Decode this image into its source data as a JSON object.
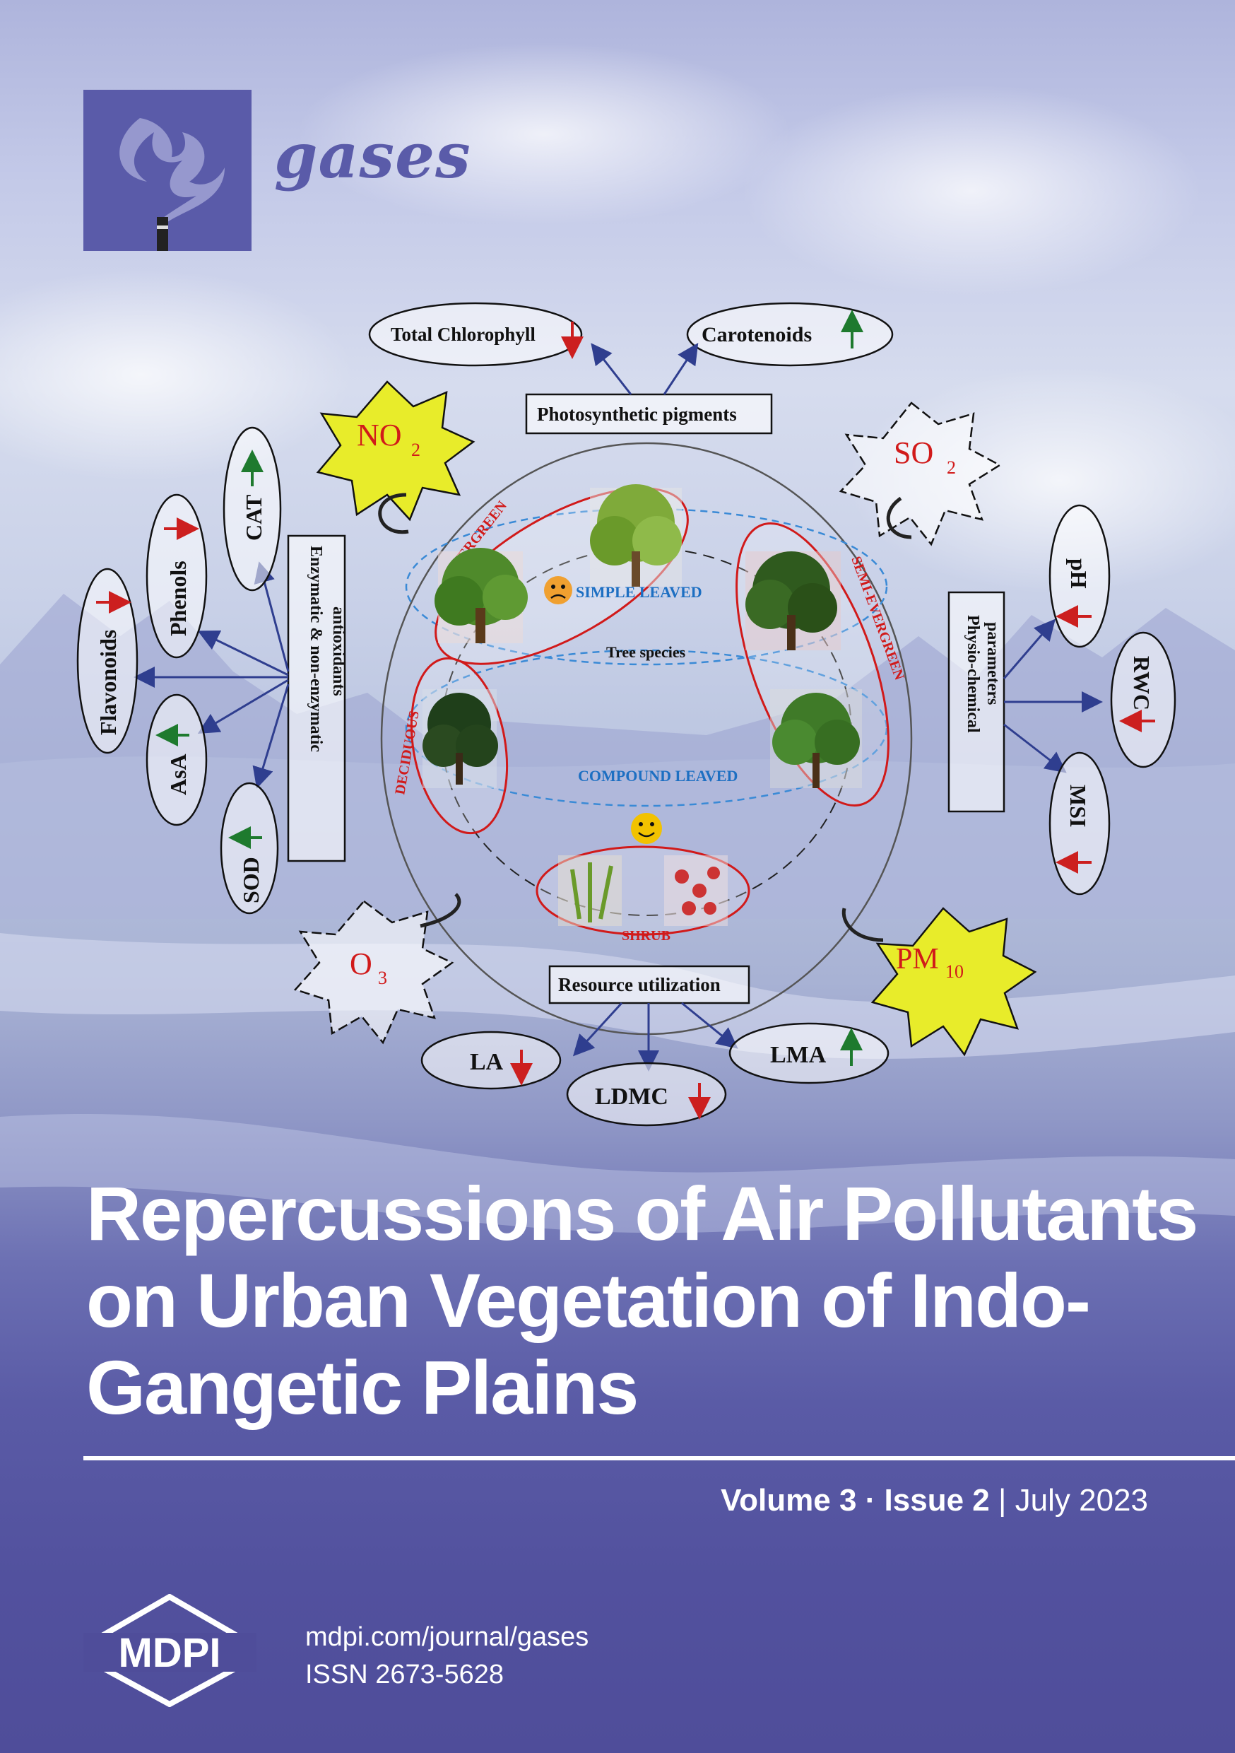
{
  "journal": {
    "name": "gases"
  },
  "diagram": {
    "pigments_box": "Photosynthetic pigments",
    "total_chlorophyll": "Total Chlorophyll",
    "carotenoids": "Carotenoids",
    "antioxidants_box_line1": "Enzymatic & non-enzymatic",
    "antioxidants_box_line2": "antioxidants",
    "physio_box_line1": "Physio-chemical",
    "physio_box_line2": "parameters",
    "resource_box": "Resource utilization",
    "cat": "CAT",
    "phenols": "Phenols",
    "flavonoids": "Flavonoids",
    "asa": "AsA",
    "sod": "SOD",
    "ph": "pH",
    "rwc": "RWC",
    "msi": "MSI",
    "la": "LA",
    "ldmc": "LDMC",
    "lma": "LMA",
    "no2": "NO",
    "so2": "SO",
    "o3": "O",
    "pm10": "PM",
    "sub_2": "2",
    "sub_3": "3",
    "sub_10": "10",
    "evergreen": "EVERGREEN",
    "semi_evergreen": "SEMI-EVERGREEN",
    "deciduous": "DECIDUOUS",
    "shrub": "SHRUB",
    "simple_leaved": "SIMPLE LEAVED",
    "compound_leaved": "COMPOUND LEAVED",
    "tree_species": "Tree species"
  },
  "colors": {
    "brand": "#5a5ba9",
    "up_arrow": "#1e7a2e",
    "down_arrow": "#cc1f1f",
    "blue_arrow": "#2f3e8f",
    "red_text": "#d11a1a",
    "blue_text": "#1d6fc2"
  },
  "title": {
    "line1": "Repercussions of Air Pollutants",
    "line2": "on Urban Vegetation of Indo-",
    "line3": "Gangetic Plains"
  },
  "issue": {
    "volume": "Volume 3",
    "sep": " · ",
    "issue": "Issue 2",
    "bar": " | ",
    "date": "July 2023"
  },
  "footer": {
    "url": "mdpi.com/journal/gases",
    "issn": "ISSN 2673-5628",
    "publisher": "MDPI"
  }
}
